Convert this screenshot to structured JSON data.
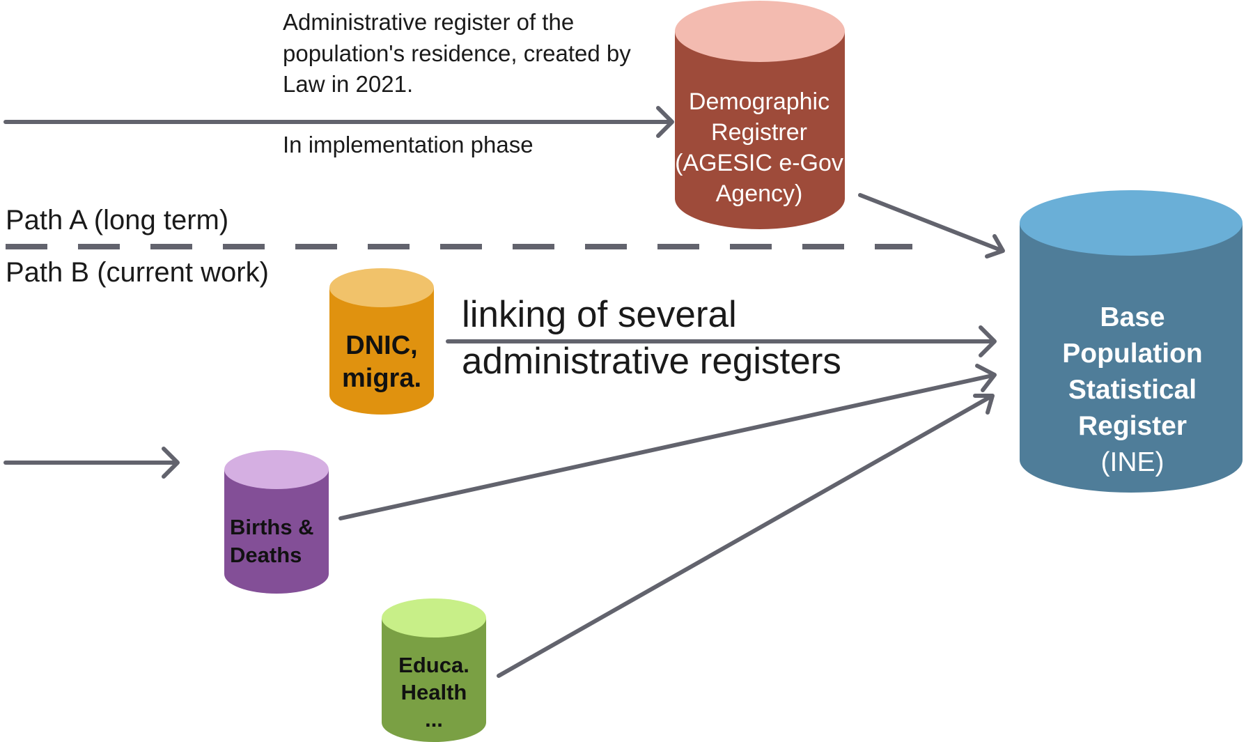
{
  "path_a": {
    "note_line1": "Administrative register of the",
    "note_line2": "population's residence, created by",
    "note_line3": "Law in 2021.",
    "status": "In implementation phase",
    "label": "Path A (long term)"
  },
  "path_b": {
    "label": "Path B (current work)",
    "link_line1": "linking of several",
    "link_line2": "administrative registers"
  },
  "registers": {
    "demographic": {
      "line1": "Demographic",
      "line2": "Registrer",
      "line3": "(AGESIC e-Gov",
      "line4": "Agency)",
      "color": "#9e4b3a",
      "top_color": "#f3bbb0"
    },
    "base": {
      "line1": "Base",
      "line2": "Population",
      "line3": "Statistical",
      "line4": "Register",
      "line5": "(INE)",
      "color": "#4f7d99",
      "top_color": "#6aafd7"
    },
    "dnic": {
      "line1": "DNIC,",
      "line2": "migra.",
      "color": "#e0920f",
      "top_color": "#f1c26a"
    },
    "births": {
      "line1": "Births &",
      "line2": "Deaths",
      "color": "#834f97",
      "top_color": "#d5afe2"
    },
    "educa": {
      "line1": "Educa.",
      "line2": "Health",
      "line3": "...",
      "color": "#7aa044",
      "top_color": "#c8ef88"
    }
  },
  "arrow_color": "#62636d"
}
